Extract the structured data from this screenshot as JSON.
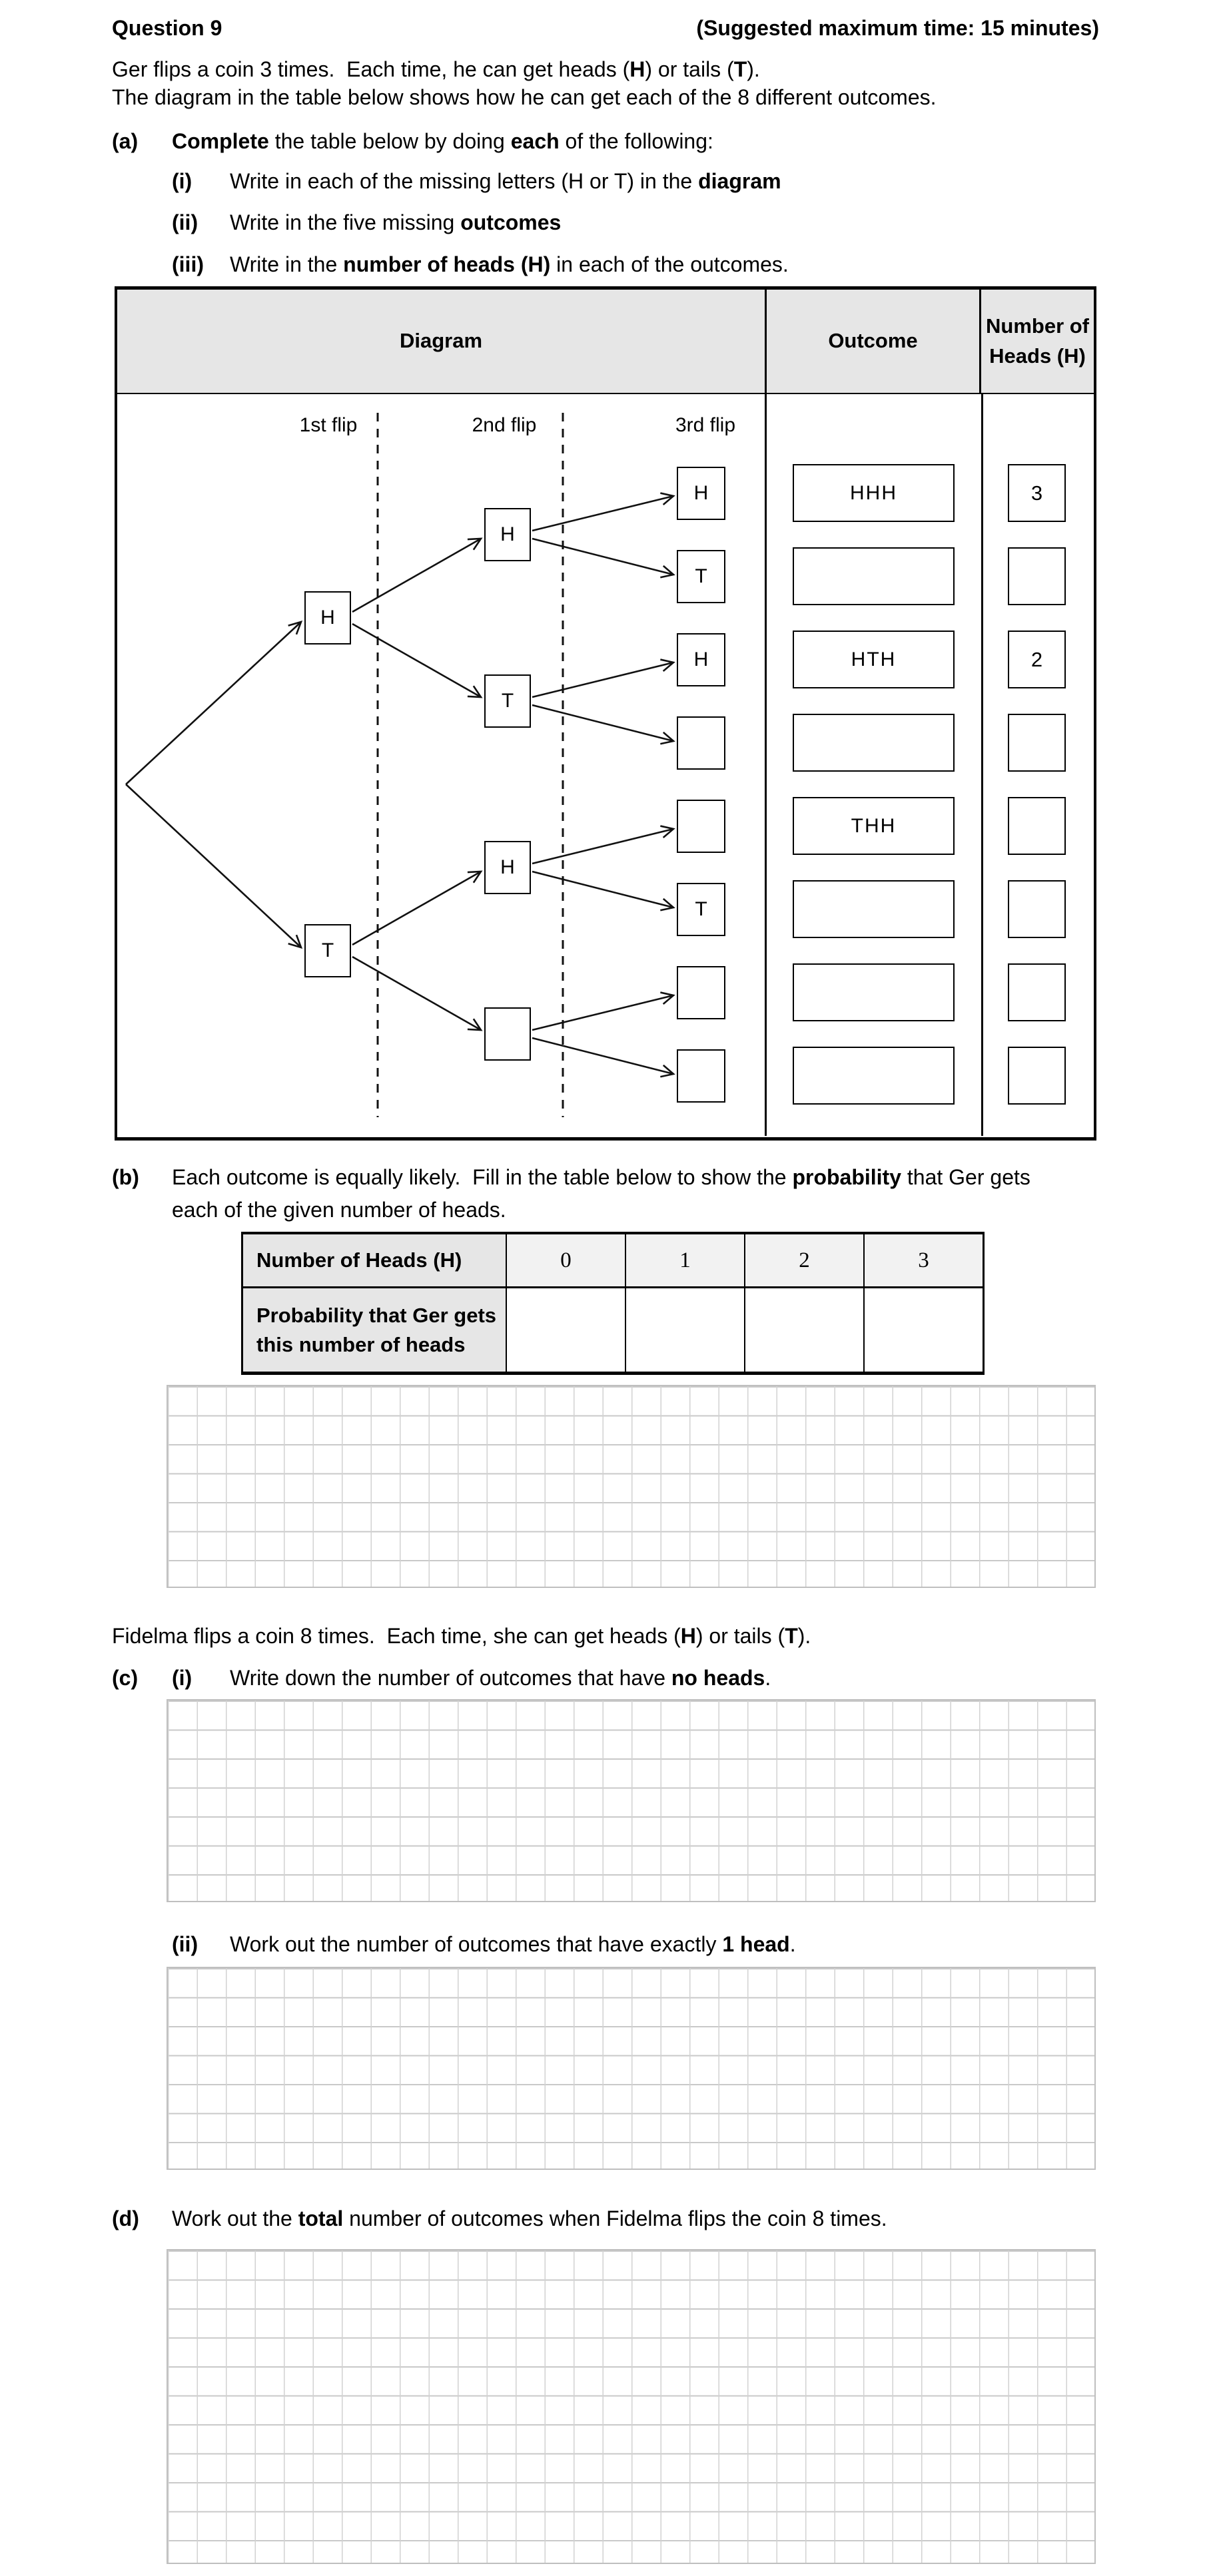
{
  "header": {
    "question_label": "Question 9",
    "time_note": "(Suggested maximum time: 15 minutes)"
  },
  "intro": {
    "line1": [
      {
        "t": "Ger flips a coin 3 times.  Each time, he can get heads ("
      },
      {
        "t": "H",
        "b": true
      },
      {
        "t": ") or tails ("
      },
      {
        "t": "T",
        "b": true
      },
      {
        "t": ")."
      }
    ],
    "line2": "The diagram in the table below shows how he can get each of the 8 different outcomes."
  },
  "part_a": {
    "label": "(a)",
    "text": [
      {
        "t": "Complete",
        "b": true
      },
      {
        "t": " the table below by doing "
      },
      {
        "t": "each",
        "b": true
      },
      {
        "t": " of the following:"
      }
    ],
    "items": [
      {
        "label": "(i)",
        "text": [
          {
            "t": "Write in each of the missing letters (H or T) in the "
          },
          {
            "t": "diagram",
            "b": true
          }
        ]
      },
      {
        "label": "(ii)",
        "text": [
          {
            "t": "Write in the five missing "
          },
          {
            "t": "outcomes",
            "b": true
          }
        ]
      },
      {
        "label": "(iii)",
        "text": [
          {
            "t": "Write in the "
          },
          {
            "t": "number of heads (H)",
            "b": true
          },
          {
            "t": " in each of the outcomes."
          }
        ]
      }
    ]
  },
  "tree_table": {
    "col_headers": {
      "diagram": "Diagram",
      "outcome": "Outcome",
      "heads": "Number of Heads (H)"
    },
    "flip_labels": [
      "1st flip",
      "2nd flip",
      "3rd flip"
    ],
    "flip1": [
      "H",
      "T"
    ],
    "flip2": [
      "H",
      "T",
      "H",
      ""
    ],
    "flip3": [
      "H",
      "T",
      "H",
      "",
      "",
      "T",
      "",
      ""
    ],
    "outcomes": [
      "HHH",
      "",
      "HTH",
      "",
      "THH",
      "",
      "",
      ""
    ],
    "heads_counts": [
      "3",
      "",
      "2",
      "",
      "",
      "",
      "",
      ""
    ]
  },
  "part_b": {
    "label": "(b)",
    "line1": [
      {
        "t": "Each outcome is equally likely.  Fill in the table below to show the "
      },
      {
        "t": "probability",
        "b": true
      },
      {
        "t": " that Ger gets"
      }
    ],
    "line2": "each of the given number of heads.",
    "table": {
      "header_label": "Number of Heads (H)",
      "columns": [
        "0",
        "1",
        "2",
        "3"
      ],
      "row_label": "Probability that Ger gets this number of heads",
      "cells": [
        "",
        "",
        "",
        ""
      ]
    }
  },
  "fidelma_intro": [
    {
      "t": "Fidelma flips a coin 8 times.  Each time, she can get heads ("
    },
    {
      "t": "H",
      "b": true
    },
    {
      "t": ") or tails ("
    },
    {
      "t": "T",
      "b": true
    },
    {
      "t": ")."
    }
  ],
  "part_c": {
    "label": "(c)",
    "item_i": {
      "label": "(i)",
      "text": [
        {
          "t": "Write down the number of outcomes that have "
        },
        {
          "t": "no heads",
          "b": true
        },
        {
          "t": "."
        }
      ]
    },
    "item_ii": {
      "label": "(ii)",
      "text": [
        {
          "t": "Work out the number of outcomes that have exactly "
        },
        {
          "t": "1 head",
          "b": true
        },
        {
          "t": "."
        }
      ]
    }
  },
  "part_d": {
    "label": "(d)",
    "text": [
      {
        "t": "Work out the "
      },
      {
        "t": "total",
        "b": true
      },
      {
        "t": " number of outcomes when Fidelma flips the coin 8 times."
      }
    ]
  },
  "colors": {
    "table_header_bg": "#e6e6e6",
    "subtable_number_bg": "#f2f2f2",
    "grid_line": "#cdcdcd",
    "text": "#000000"
  }
}
